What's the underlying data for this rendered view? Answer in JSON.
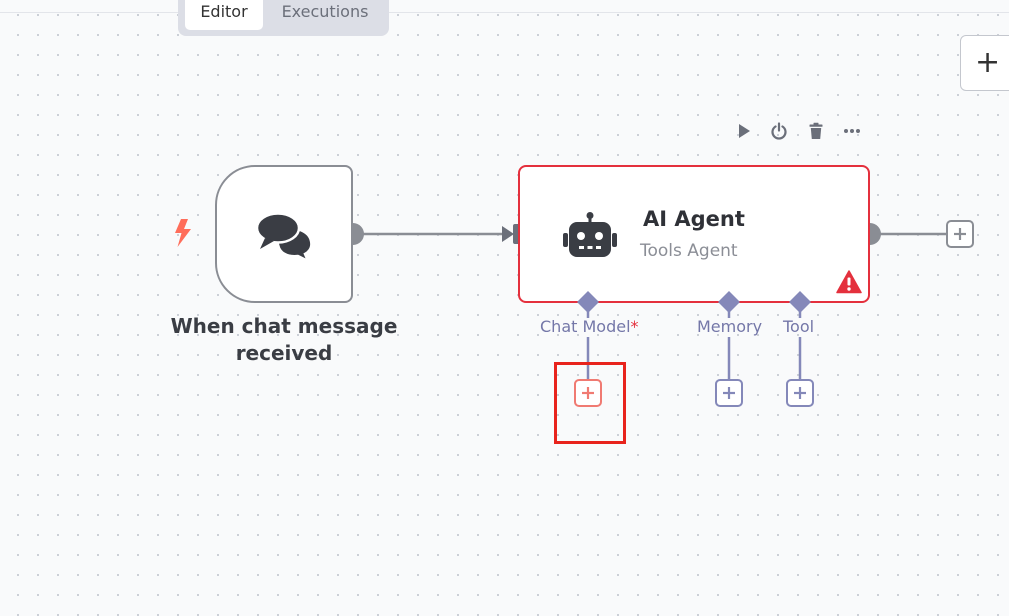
{
  "header": {
    "tabs": [
      {
        "label": "Editor",
        "active": true
      },
      {
        "label": "Executions",
        "active": false
      }
    ]
  },
  "toolbar": {
    "add_node_icon": "plus-icon",
    "node_actions": [
      "play-icon",
      "power-icon",
      "trash-icon",
      "more-icon"
    ]
  },
  "nodes": {
    "trigger": {
      "label": "When chat message received",
      "icon": "chat-bubbles-icon",
      "badge_icon": "lightning-icon"
    },
    "agent": {
      "title": "AI Agent",
      "subtitle": "Tools Agent",
      "icon": "robot-icon",
      "status_icon": "warning-icon",
      "sub_connections": [
        {
          "label": "Chat Model",
          "required": true,
          "required_mark": "*"
        },
        {
          "label": "Memory",
          "required": false
        },
        {
          "label": "Tool",
          "required": false
        }
      ]
    }
  },
  "colors": {
    "accent_red": "#e4303d",
    "sub_connection": "#8488b9",
    "highlight": "#e8231c",
    "lightning": "#ff6d5a"
  }
}
